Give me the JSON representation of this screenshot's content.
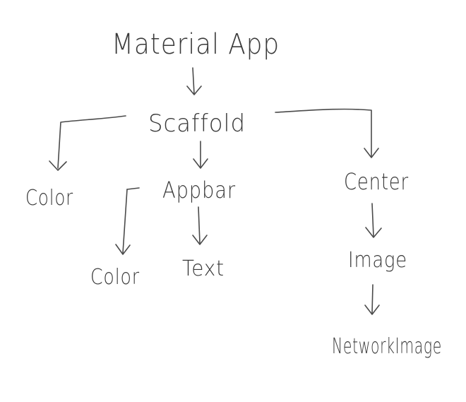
{
  "nodes": {
    "material_app": "Material App",
    "scaffold": "Scaffold",
    "scaffold_color": "Color",
    "appbar": "Appbar",
    "appbar_color": "Color",
    "text": "Text",
    "center": "Center",
    "image": "Image",
    "network_image": "NetworkImage"
  },
  "colors": {
    "ink": "#4a4a4a",
    "background": "#ffffff"
  }
}
